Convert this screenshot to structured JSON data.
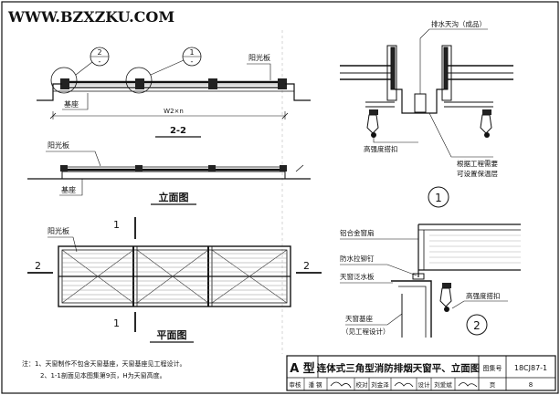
{
  "watermark": "WWW.BZXZKU.COM",
  "section_22": {
    "callout_left": "2",
    "callout_left_sub": "-",
    "callout_right": "1",
    "callout_right_sub": "-",
    "label_skylight_panel": "阳光板",
    "label_base": "基座",
    "dimension": "W2×n",
    "title": "2-2"
  },
  "elevation": {
    "label_skylight_panel": "阳光板",
    "label_base": "基座",
    "title": "立面图"
  },
  "plan": {
    "label_skylight_panel": "阳光板",
    "cut_left": "2",
    "cut_right": "2",
    "cut_top": "1",
    "cut_bottom": "1",
    "title": "平面图"
  },
  "detail1": {
    "label_drain": "排水天沟（成品）",
    "label_clip": "高强度搭扣",
    "label_insulation_1": "根据工程需要",
    "label_insulation_2": "可设置保温层",
    "number": "1"
  },
  "detail2": {
    "label_frame": "铝合金窗扇",
    "label_rivet": "防水拉铆钉",
    "label_flashing": "天窗泛水板",
    "label_clip": "高强度搭扣",
    "label_base_1": "天窗基座",
    "label_base_2": "（见工程设计）",
    "number": "2"
  },
  "notes": {
    "line1": "注：1、天窗制作不包含天窗基座，天窗基座见工程设计。",
    "line2": "2、1-1剖面见本图集第9页，H为天窗高度。"
  },
  "title_block": {
    "type_label": "A 型",
    "title": "连体式三角型消防排烟天窗平、立面图",
    "atlas_label": "图集号",
    "atlas_number": "18CJ87-1",
    "review": "审核",
    "reviewer": "潘 钢",
    "check": "校对",
    "checker": "刘金泽",
    "design": "设计",
    "designer": "刘爱斌",
    "page_label": "页",
    "page_number": "8"
  }
}
